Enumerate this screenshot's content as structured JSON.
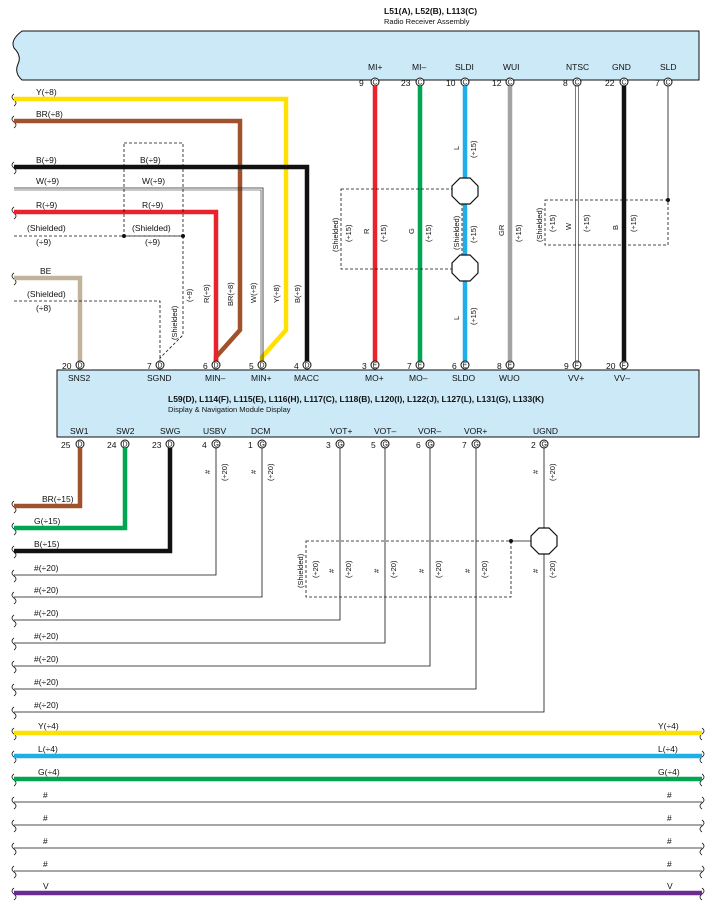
{
  "colors": {
    "yellow": "#ffe000",
    "brown": "#a0522d",
    "black": "#111111",
    "red": "#e8232b",
    "green": "#00a651",
    "blue": "#1eaee8",
    "gray": "#a3a3a3",
    "tan": "#c2b39c",
    "purple": "#6a2c91",
    "module": "#cce9f7"
  },
  "top_module": {
    "title": "L51(A), L52(B), L113(C)",
    "subtitle": "Radio Receiver Assembly",
    "pins": [
      {
        "name": "MI+",
        "num": "9",
        "conn": "C"
      },
      {
        "name": "MI–",
        "num": "23",
        "conn": "C"
      },
      {
        "name": "SLDI",
        "num": "10",
        "conn": "C"
      },
      {
        "name": "WUI",
        "num": "12",
        "conn": "C"
      },
      {
        "name": "NTSC",
        "num": "8",
        "conn": "C"
      },
      {
        "name": "GND",
        "num": "22",
        "conn": "C"
      },
      {
        "name": "SLD",
        "num": "7",
        "conn": "C"
      }
    ]
  },
  "middle_module": {
    "title": "L59(D), L114(F), L115(E), L116(H), L117(C), L118(B), L120(I), L122(J), L127(L), L131(G), L133(K)",
    "subtitle": "Display & Navigation Module Display",
    "top_pins": [
      {
        "name": "SNS2",
        "num": "20",
        "conn": "D"
      },
      {
        "name": "SGND",
        "num": "7",
        "conn": "D"
      },
      {
        "name": "MIN–",
        "num": "6",
        "conn": "D"
      },
      {
        "name": "MIN+",
        "num": "5",
        "conn": "D"
      },
      {
        "name": "MACC",
        "num": "4",
        "conn": "D"
      },
      {
        "name": "MO+",
        "num": "3",
        "conn": "E"
      },
      {
        "name": "MO–",
        "num": "7",
        "conn": "E"
      },
      {
        "name": "SLDO",
        "num": "6",
        "conn": "E"
      },
      {
        "name": "WUO",
        "num": "8",
        "conn": "E"
      },
      {
        "name": "VV+",
        "num": "9",
        "conn": "F"
      },
      {
        "name": "VV–",
        "num": "20",
        "conn": "F"
      }
    ],
    "bottom_pins": [
      {
        "name": "SW1",
        "num": "25",
        "conn": "D"
      },
      {
        "name": "SW2",
        "num": "24",
        "conn": "D"
      },
      {
        "name": "SWG",
        "num": "23",
        "conn": "D"
      },
      {
        "name": "USBV",
        "num": "4",
        "conn": "G"
      },
      {
        "name": "DCM",
        "num": "1",
        "conn": "G"
      },
      {
        "name": "VOT+",
        "num": "3",
        "conn": "G"
      },
      {
        "name": "VOT–",
        "num": "5",
        "conn": "G"
      },
      {
        "name": "VOR–",
        "num": "6",
        "conn": "G"
      },
      {
        "name": "VOR+",
        "num": "7",
        "conn": "G"
      },
      {
        "name": "UGND",
        "num": "2",
        "conn": "G"
      }
    ]
  },
  "left_wires": {
    "y8": "Y(÷8)",
    "br8": "BR(÷8)",
    "b9": "B(÷9)",
    "w9": "W(÷9)",
    "r9": "R(÷9)",
    "shielded": "(Shielded)",
    "div9": "(÷9)",
    "be": "BE",
    "shielded2": "(Shielded)",
    "div8": "(÷8)",
    "mid_b9": "B(÷9)",
    "mid_w9": "W(÷9)",
    "mid_r9": "R(÷9)",
    "mid_shielded": "(Shielded)",
    "mid_div9": "(÷9)"
  },
  "vertical_labels": {
    "sgnd_shield": "(Shielded)",
    "sgnd_div": "(÷9)",
    "min_minus": "R(÷9)",
    "br8": "BR(÷8)",
    "w9": "W(÷9)",
    "y8": "Y(÷8)",
    "b9": "B(÷9)",
    "shield15": "(Shielded)",
    "div15a": "(÷15)",
    "r": "R",
    "div15b": "(÷15)",
    "g": "G",
    "div15c": "(÷15)",
    "l_top": "L",
    "div15d": "(÷15)",
    "sldi_shield": "(Shielded)",
    "div15e": "(÷15)",
    "l_bot": "L",
    "div15f": "(÷15)",
    "gr": "GR",
    "div15g": "(÷15)",
    "shield_right": "(Shielded)",
    "div15h": "(÷15)",
    "w": "W",
    "div15i": "(÷15)",
    "b": "B",
    "div15j": "(÷15)"
  },
  "bottom_left_wires": {
    "br15": "BR(÷15)",
    "g15": "G(÷15)",
    "b15": "B(÷15)",
    "h20": [
      "#(÷20)",
      "#(÷20)",
      "#(÷20)",
      "#(÷20)",
      "#(÷20)",
      "#(÷20)",
      "#(÷20)"
    ]
  },
  "bottom_vertical_labels": {
    "hash": "#",
    "div20": "(÷20)",
    "shielded": "(Shielded)"
  },
  "bus": {
    "left": [
      "Y(÷4)",
      "L(÷4)",
      "G(÷4)",
      "#",
      "#",
      "#",
      "#",
      "V"
    ],
    "right": [
      "Y(÷4)",
      "L(÷4)",
      "G(÷4)",
      "#",
      "#",
      "#",
      "#",
      "V"
    ]
  }
}
